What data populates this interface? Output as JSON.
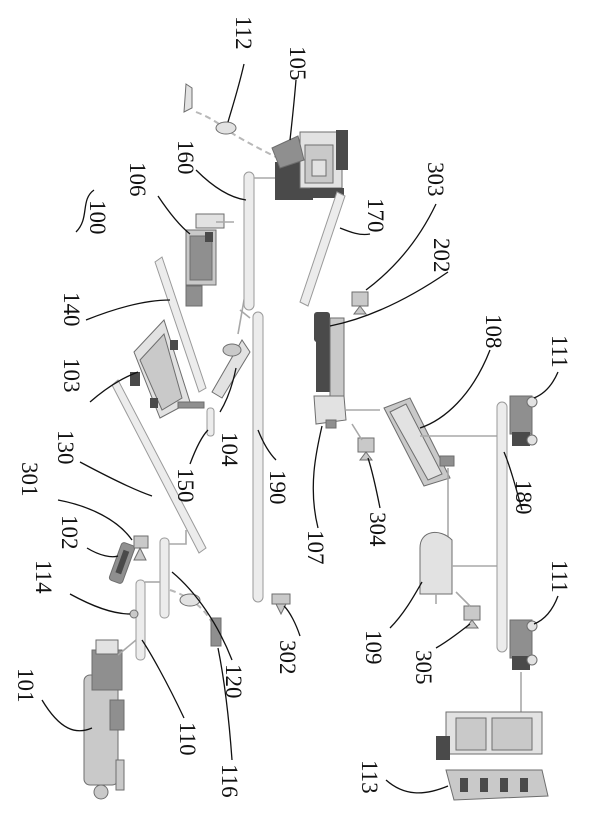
{
  "labels": {
    "l100": "100",
    "l101": "101",
    "l102": "102",
    "l103": "103",
    "l104": "104",
    "l105": "105",
    "l106": "106",
    "l107": "107",
    "l108": "108",
    "l109": "109",
    "l110": "110",
    "l111a": "111",
    "l111b": "111",
    "l112": "112",
    "l113": "113",
    "l114": "114",
    "l116": "116",
    "l120": "120",
    "l130": "130",
    "l140": "140",
    "l150": "150",
    "l160": "160",
    "l170": "170",
    "l180": "180",
    "l190": "190",
    "l202": "202",
    "l301": "301",
    "l302": "302",
    "l303": "303",
    "l304": "304",
    "l305": "305"
  },
  "colors": {
    "equipment_fill": "#c9c9c9",
    "equipment_dark": "#4a4a4a",
    "conveyor_fill": "#ececec",
    "leader_line": "#111111"
  }
}
